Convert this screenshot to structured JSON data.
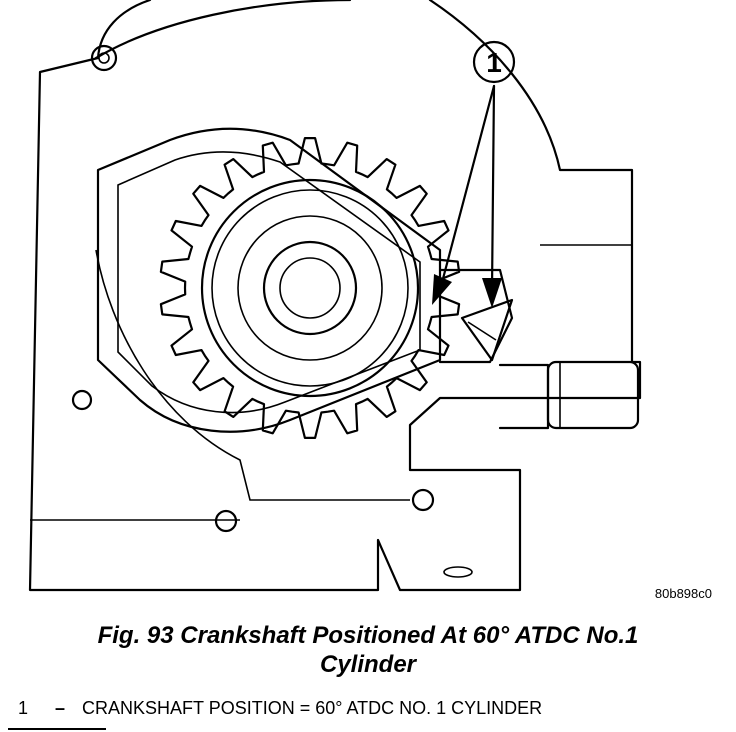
{
  "figure": {
    "code": "80b898c0",
    "callout_number": "1",
    "caption_line1": "Fig. 93 Crankshaft Positioned At 60° ATDC No.1",
    "caption_line2": "Cylinder"
  },
  "legend": [
    {
      "number": "1",
      "dash": "–",
      "text": "CRANKSHAFT POSITION = 60° ATDC NO. 1 CYLINDER"
    }
  ],
  "icons": [
    "crankshaft-sprocket-icon",
    "arrow-icon"
  ]
}
